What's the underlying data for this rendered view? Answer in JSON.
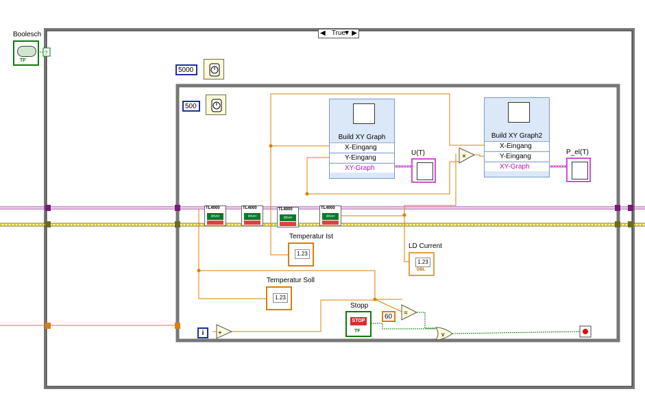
{
  "case_selector": {
    "value": "True"
  },
  "boolean_control": {
    "label": "Boolesch"
  },
  "outer_wait_constant": "5000",
  "inner_wait_constant": "500",
  "build_xy_1": {
    "title": "Build XY Graph",
    "inputs": [
      "X-Eingang",
      "Y-Eingang"
    ],
    "output": "XY-Graph"
  },
  "build_xy_2": {
    "title": "Build XY Graph2",
    "inputs": [
      "X-Eingang",
      "Y-Eingang"
    ],
    "output": "XY-Graph"
  },
  "graph_u": {
    "label": "U(T)"
  },
  "graph_p": {
    "label": "P_el(T)"
  },
  "driver_block": {
    "label": "TL4000",
    "sub": "driver"
  },
  "indicators": {
    "temp_ist": {
      "label": "Temperatur Ist",
      "value": "1.23"
    },
    "temp_soll": {
      "label": "Temperatur Soll",
      "value": "1.23"
    },
    "ld_current": {
      "label": "LD Current",
      "value": "1.23"
    }
  },
  "stop_button": {
    "label": "Stopp",
    "text": "STOP"
  },
  "iteration_terminal": "i",
  "compare_constant": "60",
  "tf_text": "TF",
  "dbl_text": "DBL"
}
